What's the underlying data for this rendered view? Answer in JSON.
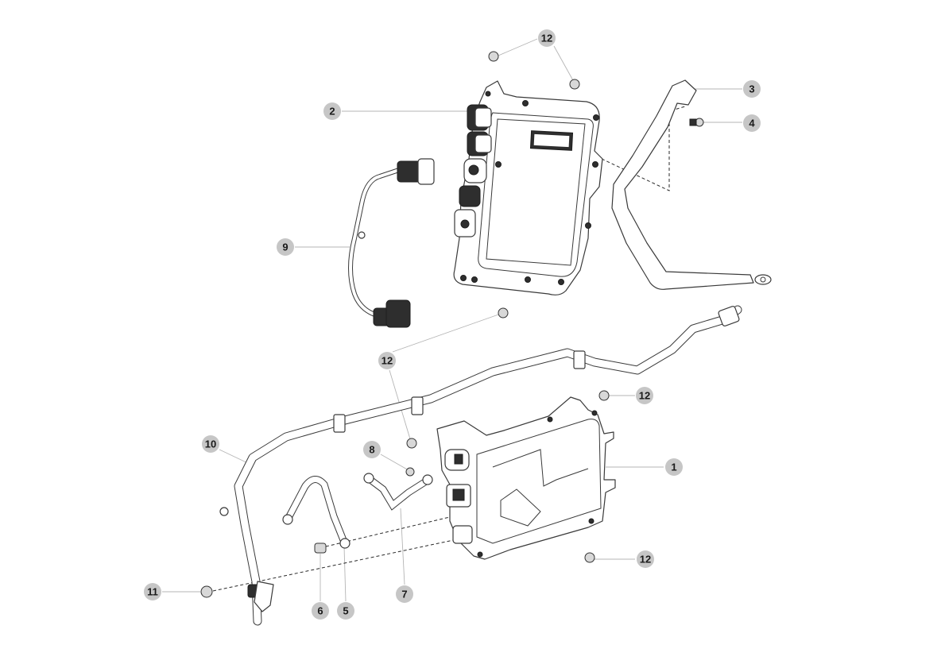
{
  "callouts": [
    {
      "id": "c12a",
      "label": "12"
    },
    {
      "id": "c2",
      "label": "2"
    },
    {
      "id": "c3",
      "label": "3"
    },
    {
      "id": "c4",
      "label": "4"
    },
    {
      "id": "c9",
      "label": "9"
    },
    {
      "id": "c12b",
      "label": "12"
    },
    {
      "id": "c12c",
      "label": "12"
    },
    {
      "id": "c10",
      "label": "10"
    },
    {
      "id": "c8",
      "label": "8"
    },
    {
      "id": "c1",
      "label": "1"
    },
    {
      "id": "c12d",
      "label": "12"
    },
    {
      "id": "c11",
      "label": "11"
    },
    {
      "id": "c6",
      "label": "6"
    },
    {
      "id": "c5",
      "label": "5"
    },
    {
      "id": "c7",
      "label": "7"
    }
  ],
  "colors": {
    "badge": "#c6c6c6",
    "line": "#3a3a3a",
    "leader": "#b5b5b5"
  }
}
